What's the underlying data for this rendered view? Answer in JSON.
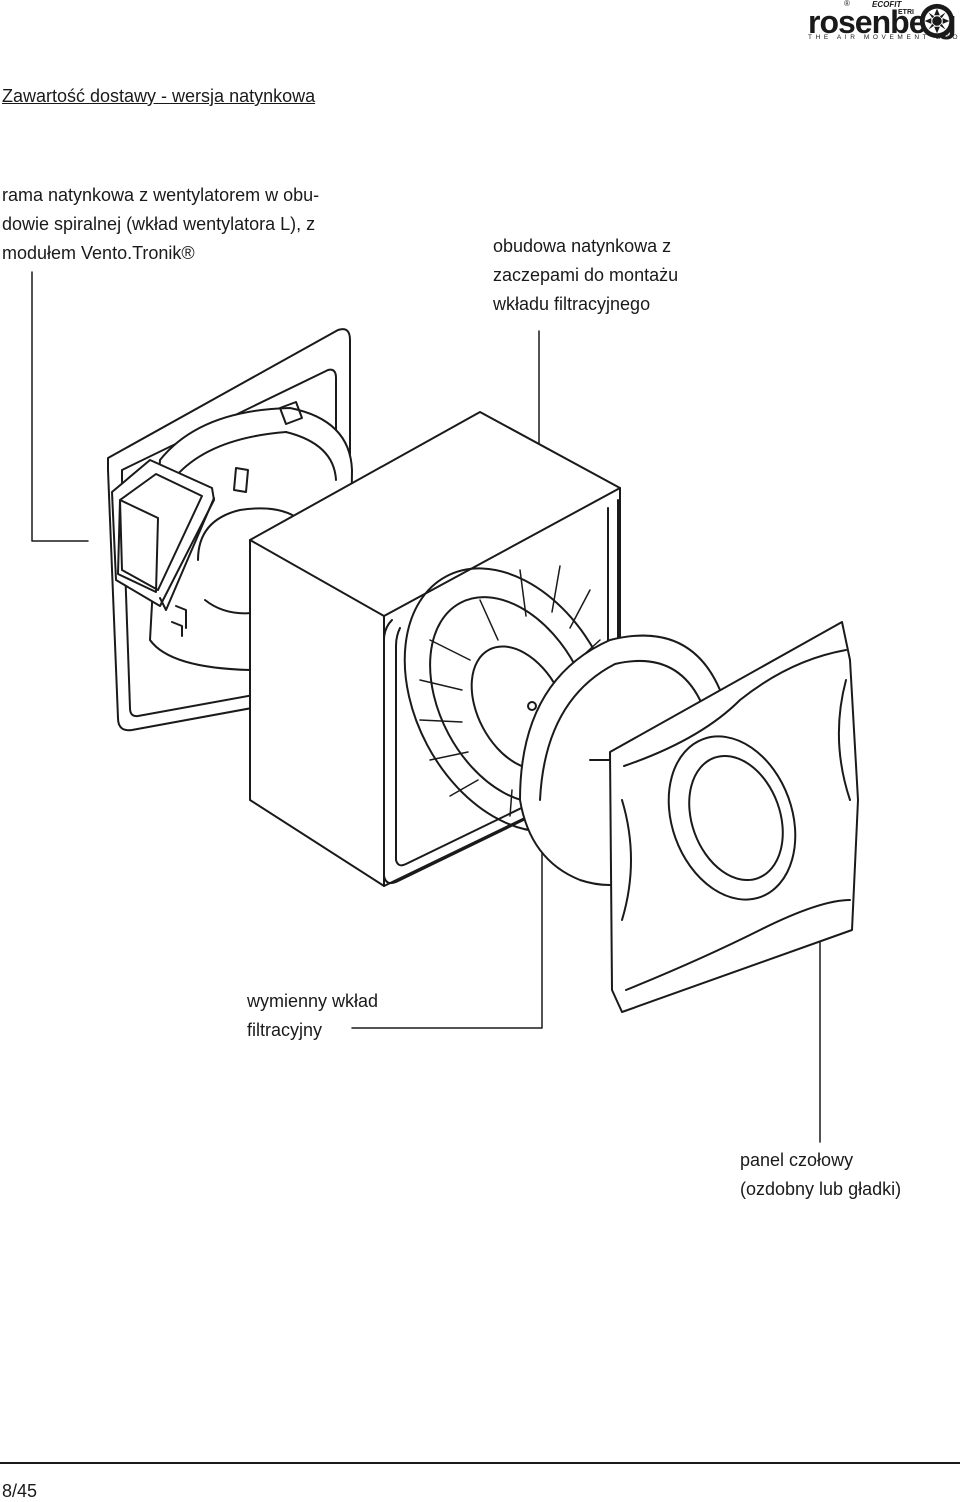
{
  "logo": {
    "brand": "rosenberg",
    "registered": "®",
    "ecofit": "ECOFIT",
    "etri": "ETRI",
    "tagline": "THE AIR MOVEMENT GROUP"
  },
  "document": {
    "title": "Zawartość dostawy - wersja natynkowa",
    "page_number": "8/45"
  },
  "labels": {
    "frame": "rama natynkowa z wentylatorem w obu-\ndowie spiralnej (wkład wentylatora L), z\nmodułem Vento.Tronik®",
    "housing": "obudowa natynkowa z\nzaczepami do montażu\nwkładu filtracyjnego",
    "filter": "wymienny wkład\nfiltracyjny",
    "panel": "panel czołowy\n(ozdobny lub gładki)"
  },
  "icons": {
    "logo_mark": "fan-wheel-logo-icon",
    "drawing": "exploded-fan-assembly-drawing"
  }
}
